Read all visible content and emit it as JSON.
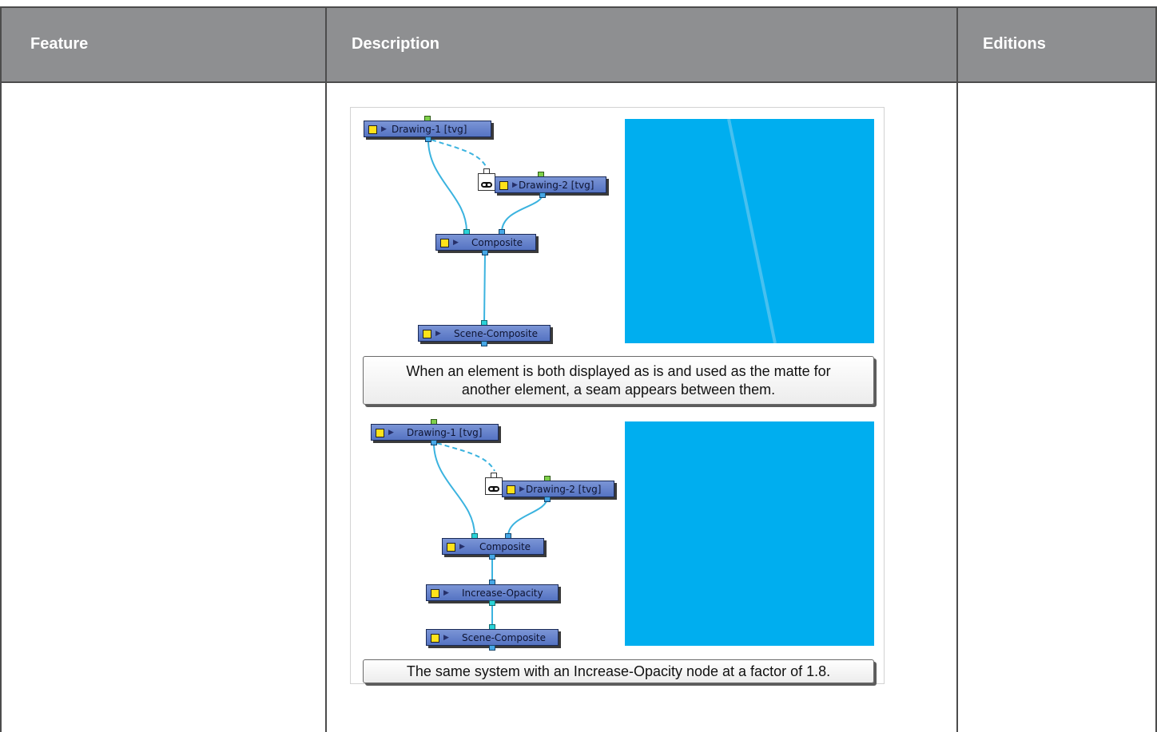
{
  "table": {
    "headers": {
      "feature": "Feature",
      "description": "Description",
      "editions": "Editions"
    }
  },
  "figure": {
    "top": {
      "nodes": {
        "drawing1": "Drawing-1  [tvg]",
        "drawing2": "Drawing-2  [tvg]",
        "composite": "Composite",
        "scene_composite": "Scene-Composite"
      },
      "caption_line1": "When an element is both displayed as is and used as the matte for",
      "caption_line2": "another element, a seam appears between them."
    },
    "bottom": {
      "nodes": {
        "drawing1": "Drawing-1  [tvg]",
        "drawing2": "Drawing-2  [tvg]",
        "composite": "Composite",
        "increase_opacity": "Increase-Opacity",
        "scene_composite": "Scene-Composite"
      },
      "caption": "The same system with an Increase-Opacity node at a factor of 1.8."
    }
  },
  "colors": {
    "header_bg": "#8e8f91",
    "preview_blue": "#00aeef",
    "node_blue": "#5f7cc8",
    "wire": "#3bb3df"
  }
}
